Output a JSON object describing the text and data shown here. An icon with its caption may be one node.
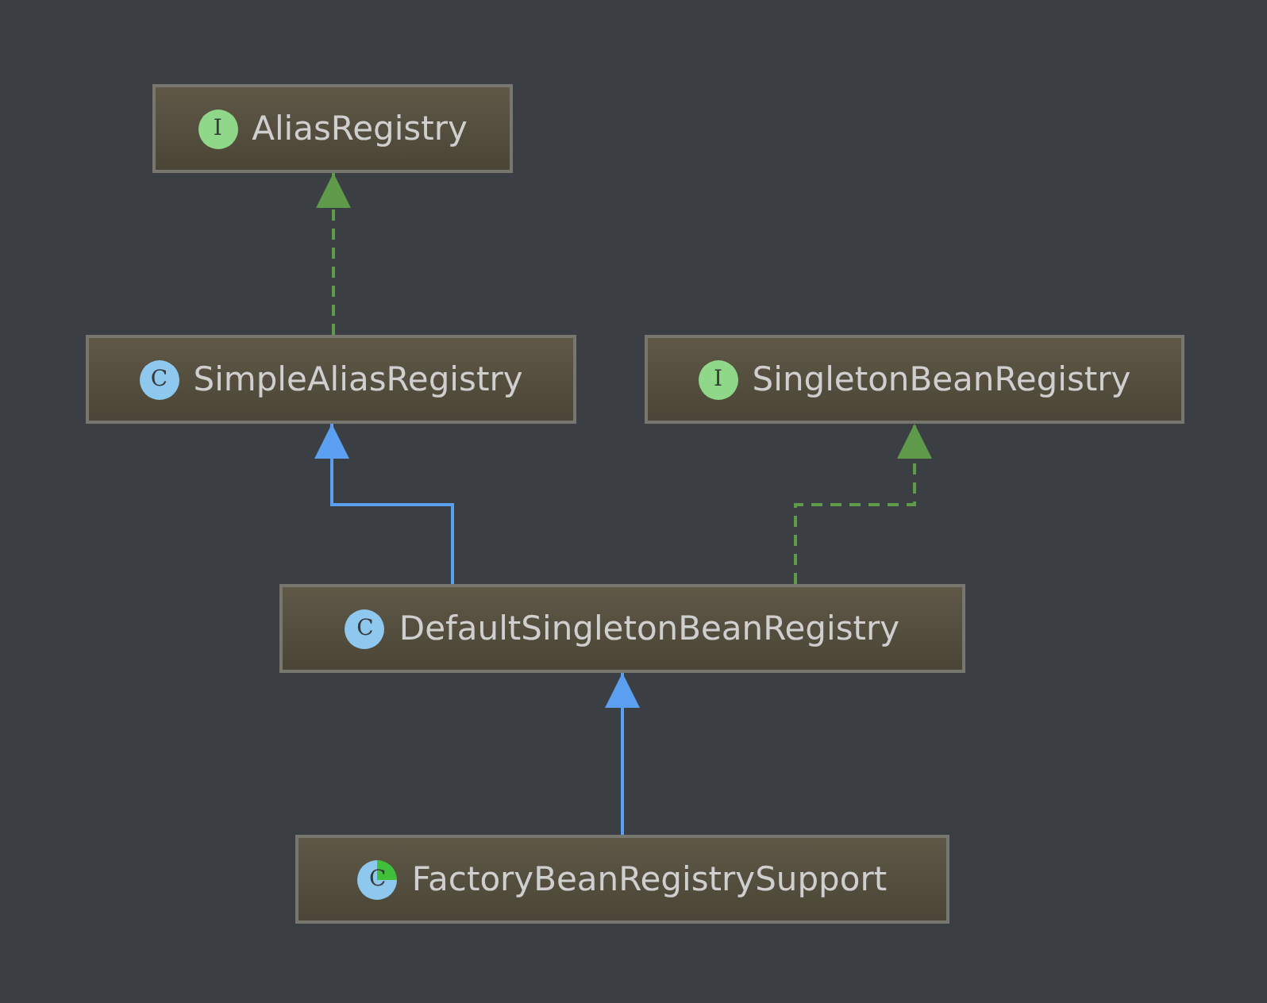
{
  "diagram": {
    "nodes": [
      {
        "text": [
          "I",
          "AliasRegistry"
        ]
      },
      {
        "text": [
          "C",
          "SimpleAliasRegistry"
        ]
      },
      {
        "text": [
          "I",
          "SingletonBeanRegistry"
        ]
      },
      {
        "text": [
          "C",
          "DefaultSingletonBeanRegistry"
        ]
      },
      {
        "text": [
          "C",
          "FactoryBeanRegistrySupport"
        ]
      }
    ],
    "edges": [
      {
        "from": 1,
        "to": 0,
        "arrow": "to",
        "style": "dashed",
        "color": "#5f9a4a"
      },
      {
        "from": 3,
        "to": 1,
        "arrow": "to",
        "color": "#5a9ff0"
      },
      {
        "from": 3,
        "to": 2,
        "arrow": "to",
        "style": "dashed",
        "color": "#5f9a4a"
      },
      {
        "from": 4,
        "to": 3,
        "arrow": "to",
        "color": "#5a9ff0"
      }
    ]
  }
}
